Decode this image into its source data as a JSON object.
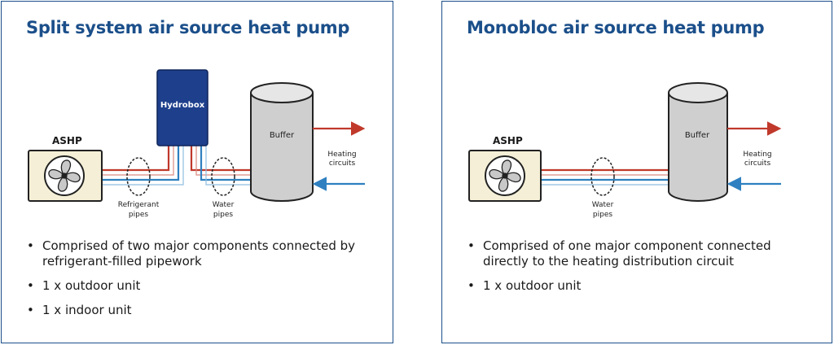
{
  "left": {
    "title": "Split system air source heat pump",
    "labels": {
      "ashp": "ASHP",
      "hydrobox": "Hydrobox",
      "buffer": "Buffer",
      "heating_1": "Heating",
      "heating_2": "circuits",
      "refrigerant_1": "Refrigerant",
      "refrigerant_2": "pipes",
      "water_1": "Water",
      "water_2": "pipes"
    },
    "bullets": [
      "Comprised of two major components connected by refrigerant-filled pipework",
      "1 x outdoor unit",
      "1 x indoor unit"
    ]
  },
  "right": {
    "title": "Monobloc air source heat pump",
    "labels": {
      "ashp": "ASHP",
      "buffer": "Buffer",
      "heating_1": "Heating",
      "heating_2": "circuits",
      "water_1": "Water",
      "water_2": "pipes"
    },
    "bullets": [
      "Comprised of one major component connected directly to the heating distribution circuit",
      "1 x outdoor unit"
    ]
  },
  "colors": {
    "brand_blue": "#1b4f8a",
    "flow_red": "#c0392b",
    "return_blue": "#2f80c0",
    "unit_fill": "#f4efd6"
  }
}
